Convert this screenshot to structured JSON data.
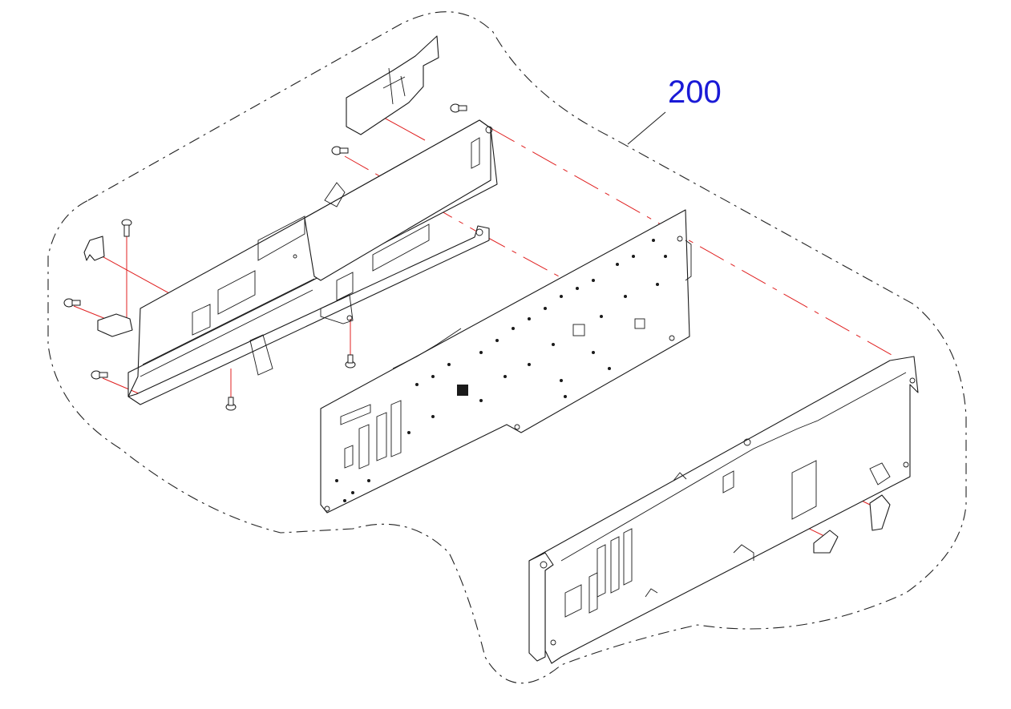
{
  "assembly": {
    "callout_number": "200",
    "callout_color": "#1a1ad6",
    "reference_line_color": "#e02020",
    "line_color": "#1a1a1a"
  },
  "parts": [
    {
      "name": "main-board-frame"
    },
    {
      "name": "main-board-pcb"
    },
    {
      "name": "right-bracket-frame"
    },
    {
      "name": "shield-plate"
    },
    {
      "name": "cable-clip"
    },
    {
      "name": "screw"
    }
  ]
}
